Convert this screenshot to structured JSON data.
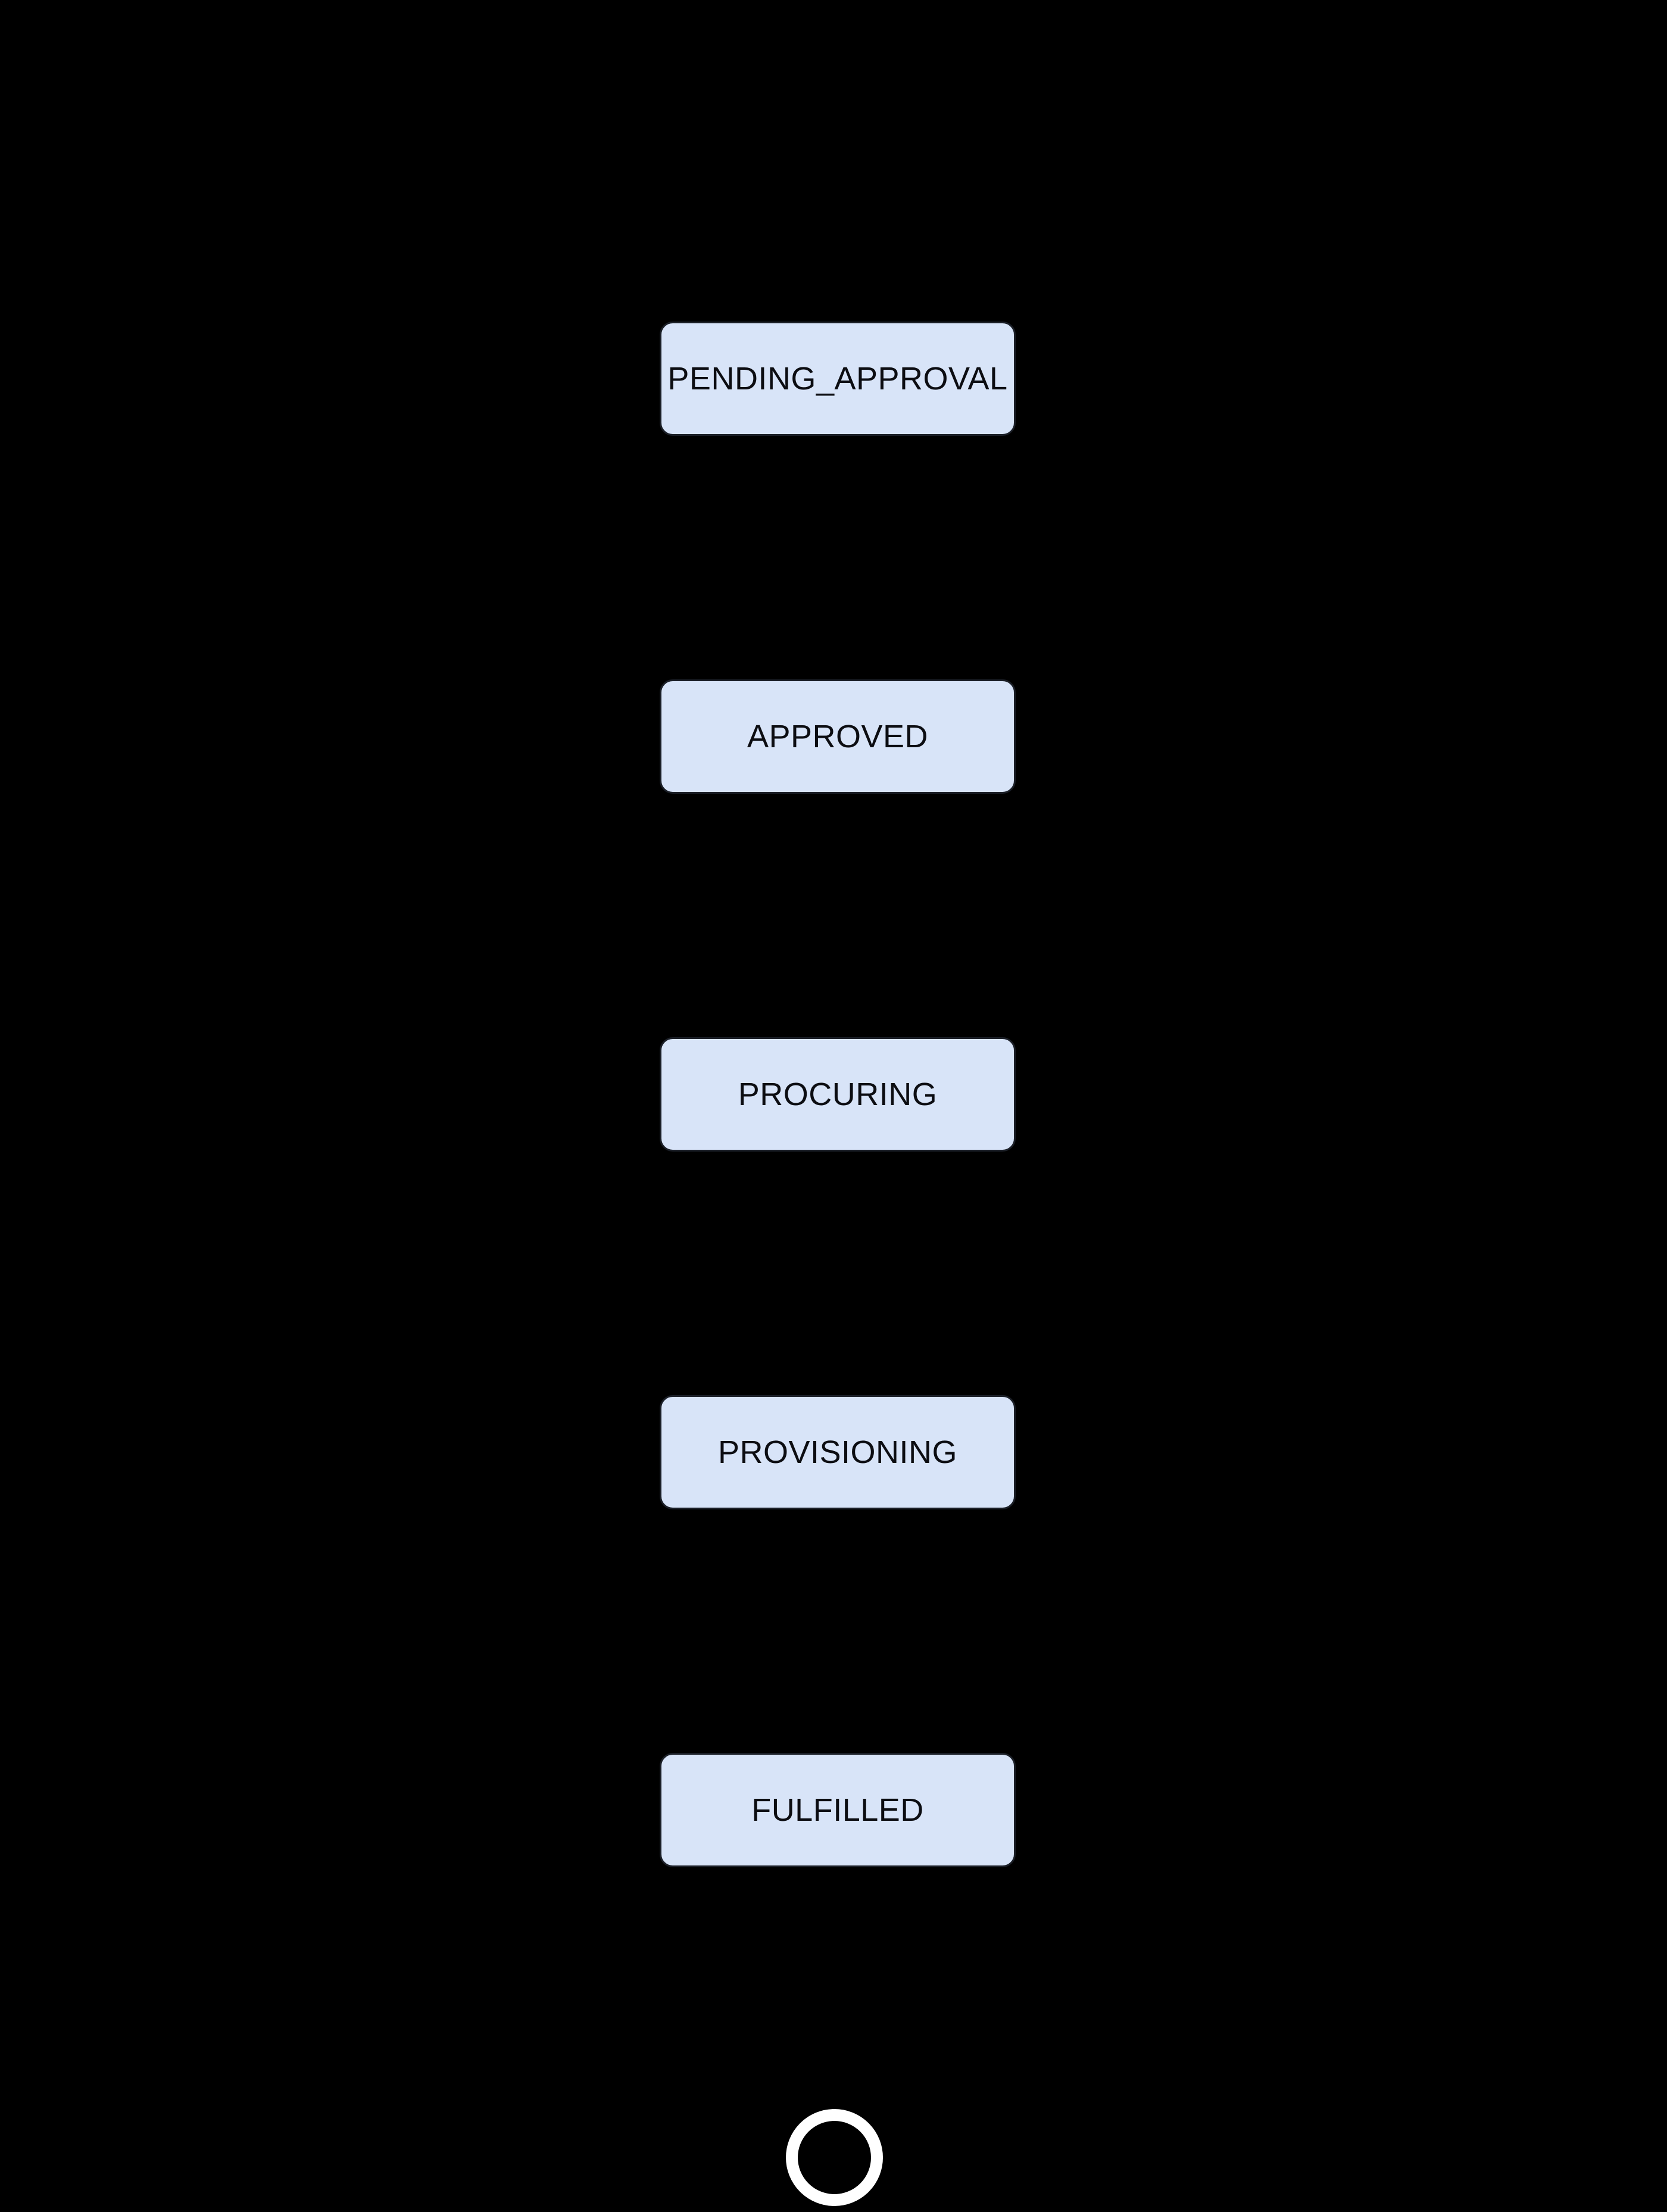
{
  "diagram": {
    "type": "state-machine",
    "orientation": "vertical",
    "states": [
      {
        "label": "PENDING_APPROVAL"
      },
      {
        "label": "APPROVED"
      },
      {
        "label": "PROCURING"
      },
      {
        "label": "PROVISIONING"
      },
      {
        "label": "FULFILLED"
      }
    ],
    "end_state": {
      "shape": "ring"
    }
  },
  "colors": {
    "background": "#000000",
    "node_fill": "#d8e4f8",
    "node_border": "#1b1f27",
    "node_text": "#0c0d12",
    "end_ring": "#ffffff"
  }
}
